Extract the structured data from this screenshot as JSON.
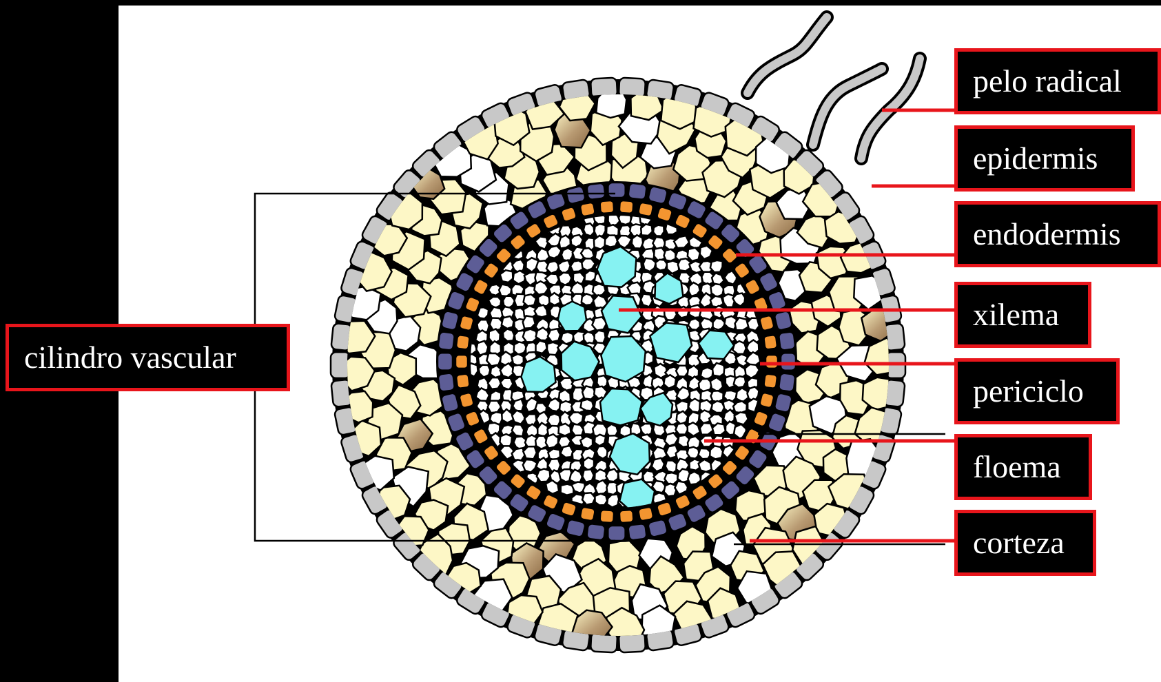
{
  "labels": {
    "vascular_cylinder": "cilindro vascular",
    "root_hair": "pelo radical",
    "epidermis": "epidermis",
    "endodermis": "endodermis",
    "xylem": "xilema",
    "pericycle": "periciclo",
    "phloem": "floema",
    "cortex": "corteza"
  },
  "colors": {
    "background": "#000000",
    "panel": "#ffffff",
    "label_border": "#e8151b",
    "leader_line": "#e8151b",
    "epidermis": "#c8c8c8",
    "cortex": "#fdf7c6",
    "endodermis": "#5d5d96",
    "pericycle": "#f39530",
    "xylem": "#86f2f2",
    "starch_cell": "#b89a72"
  }
}
